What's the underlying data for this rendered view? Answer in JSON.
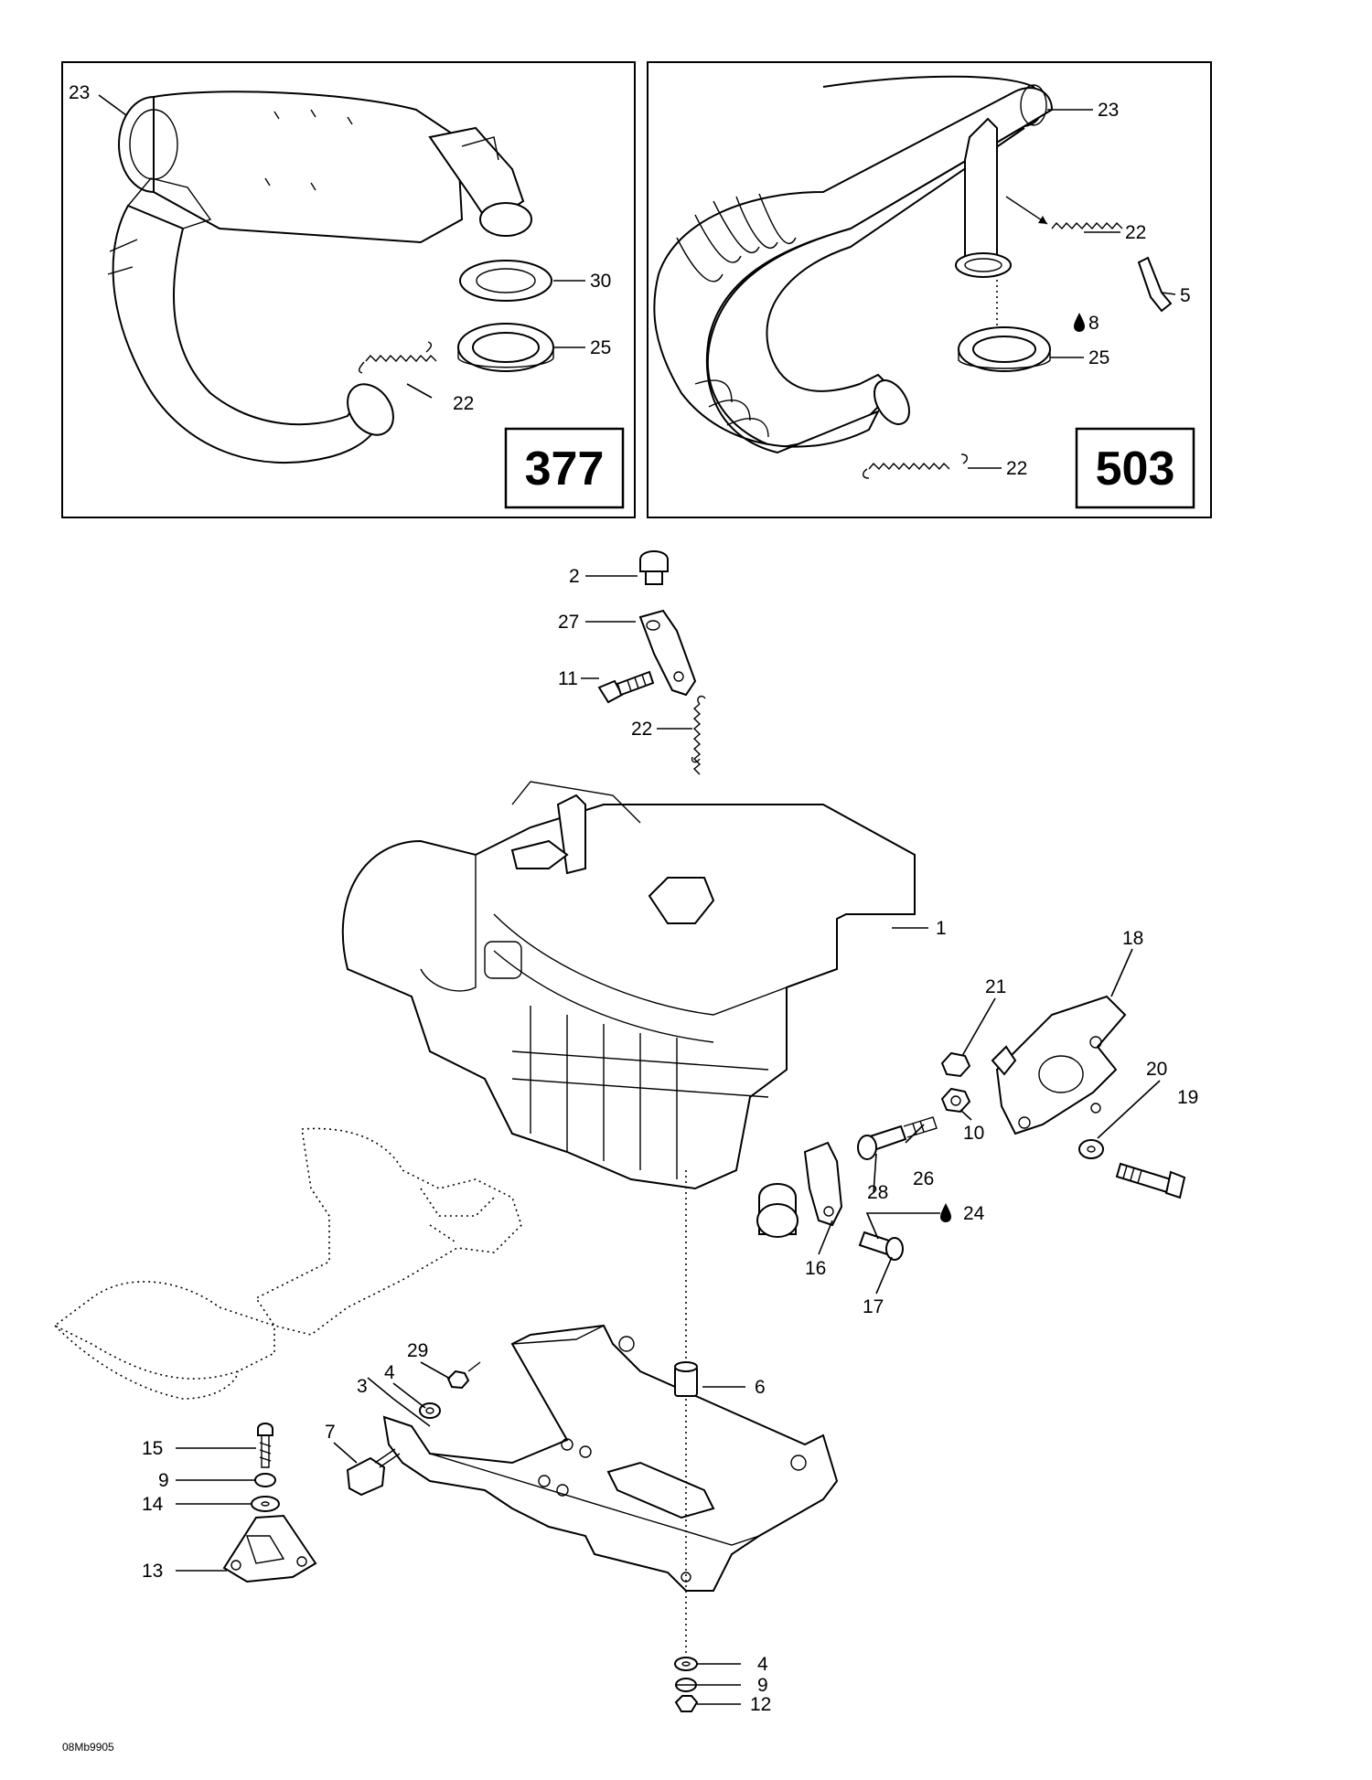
{
  "panels": {
    "left_model": "377",
    "right_model": "503"
  },
  "callouts": {
    "c1": "1",
    "c2": "2",
    "c3": "3",
    "c4a": "4",
    "c4b": "4",
    "c5": "5",
    "c6": "6",
    "c7": "7",
    "c8": "8",
    "c9a": "9",
    "c9b": "9",
    "c10": "10",
    "c11": "11",
    "c12": "12",
    "c13": "13",
    "c14": "14",
    "c15": "15",
    "c16": "16",
    "c17": "17",
    "c18": "18",
    "c19": "19",
    "c20": "20",
    "c21": "21",
    "c22a": "22",
    "c22b": "22",
    "c22c": "22",
    "c22d": "22",
    "c23a": "23",
    "c23b": "23",
    "c24": "24",
    "c25a": "25",
    "c25b": "25",
    "c26": "26",
    "c27": "27",
    "c28": "28",
    "c29": "29",
    "c30": "30"
  },
  "footer_code": "08Mb9905"
}
